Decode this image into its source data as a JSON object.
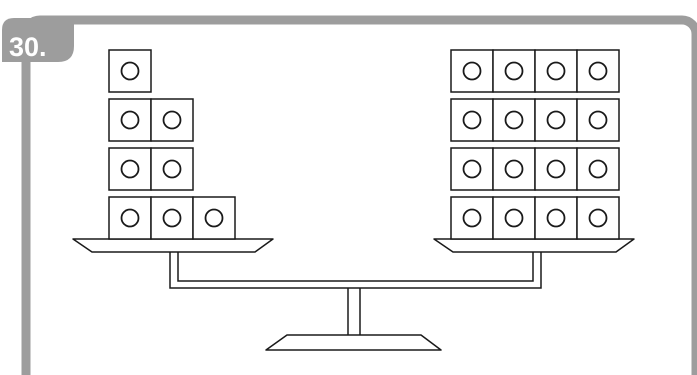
{
  "problem": {
    "number_label": "30."
  },
  "colors": {
    "frame": "#9d9d9d",
    "ink": "#1a1a1a",
    "badge_text": "#ffffff",
    "paper": "#ffffff"
  },
  "balance": {
    "left_pan": {
      "rows_top_to_bottom": [
        1,
        2,
        2,
        3
      ],
      "total_cubes": 8
    },
    "right_pan": {
      "rows_top_to_bottom": [
        4,
        4,
        4,
        4
      ],
      "total_cubes": 16
    }
  }
}
